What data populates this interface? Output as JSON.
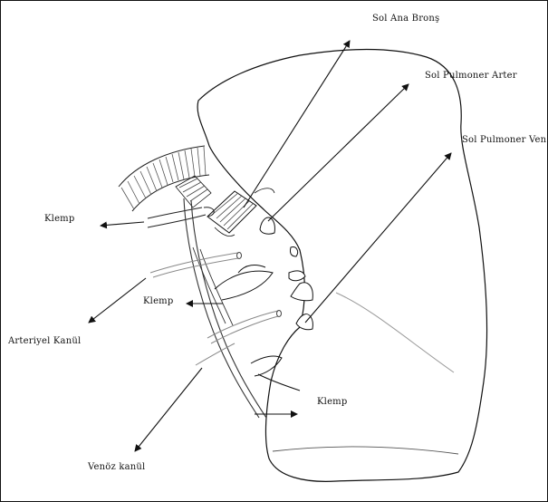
{
  "labels": {
    "main_bronchus": "Sol Ana Bronş",
    "pulmonary_artery": "Sol Pulmoner Arter",
    "pulmonary_vein": "Sol Pulmoner Ven",
    "clamp_left": "Klemp",
    "clamp_middle": "Klemp",
    "clamp_lower": "Klemp",
    "arterial_cannula": "Arteriyel Kanül",
    "venous_cannula": "Venöz kanül"
  },
  "colors": {
    "ink": "#111111",
    "hatch": "#555555",
    "faint": "#9a9a9a"
  }
}
